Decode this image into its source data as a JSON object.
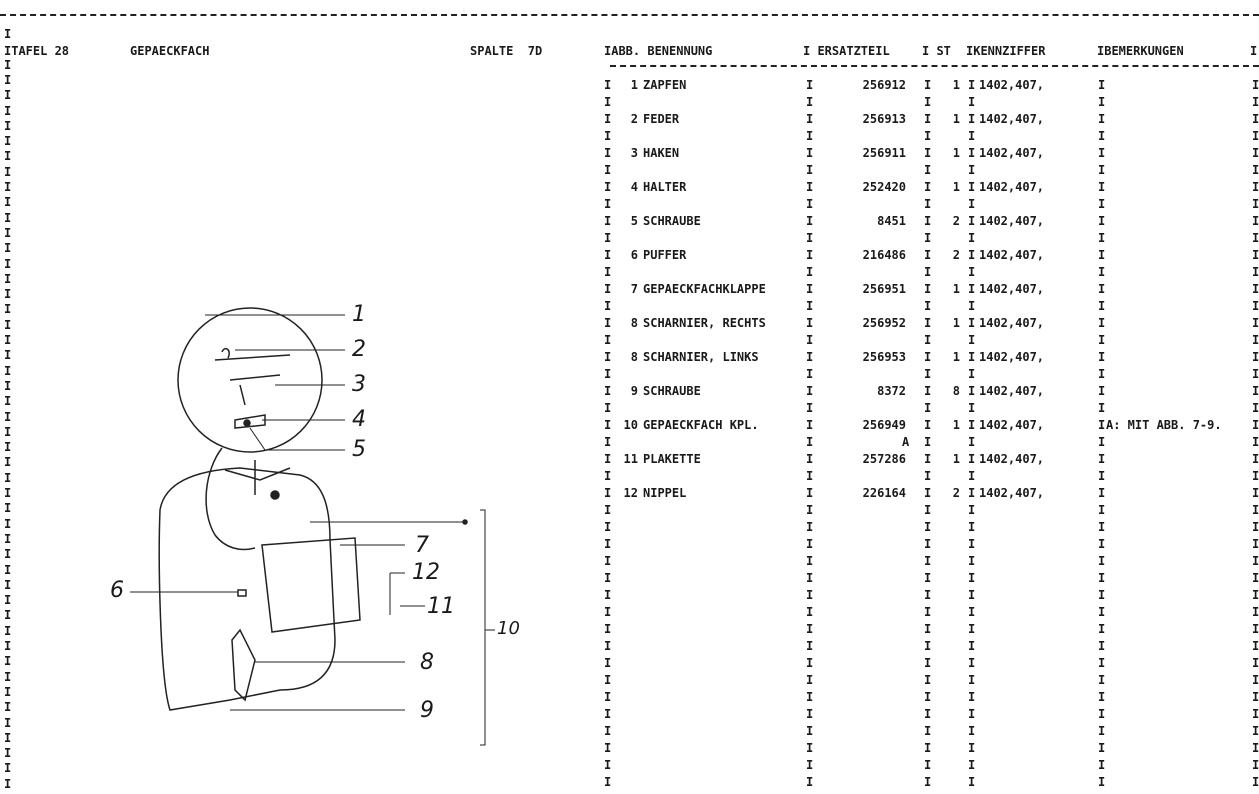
{
  "header": {
    "tafel": "ITAFEL 28",
    "title": "GEPAECKFACH",
    "spalte": "SPALTE  7D",
    "col_abb": "IABB. BENENNUNG",
    "col_ersatzteil": "I ERSATZTEIL",
    "col_st": "I ST",
    "col_kennziffer": "IKENNZIFFER",
    "col_bemerkungen": "IBEMERKUNGEN",
    "col_end": "I"
  },
  "rows": [
    {
      "abb": "1",
      "name": "ZAPFEN",
      "part": "256912",
      "st": "1",
      "kenn": "1402,407,",
      "bem": ""
    },
    {
      "abb": "2",
      "name": "FEDER",
      "part": "256913",
      "st": "1",
      "kenn": "1402,407,",
      "bem": ""
    },
    {
      "abb": "3",
      "name": "HAKEN",
      "part": "256911",
      "st": "1",
      "kenn": "1402,407,",
      "bem": ""
    },
    {
      "abb": "4",
      "name": "HALTER",
      "part": "252420",
      "st": "1",
      "kenn": "1402,407,",
      "bem": ""
    },
    {
      "abb": "5",
      "name": "SCHRAUBE",
      "part": "8451",
      "st": "2",
      "kenn": "1402,407,",
      "bem": ""
    },
    {
      "abb": "6",
      "name": "PUFFER",
      "part": "216486",
      "st": "2",
      "kenn": "1402,407,",
      "bem": ""
    },
    {
      "abb": "7",
      "name": "GEPAECKFACHKLAPPE",
      "part": "256951",
      "st": "1",
      "kenn": "1402,407,",
      "bem": ""
    },
    {
      "abb": "8",
      "name": "SCHARNIER, RECHTS",
      "part": "256952",
      "st": "1",
      "kenn": "1402,407,",
      "bem": ""
    },
    {
      "abb": "8",
      "name": "SCHARNIER, LINKS",
      "part": "256953",
      "st": "1",
      "kenn": "1402,407,",
      "bem": ""
    },
    {
      "abb": "9",
      "name": "SCHRAUBE",
      "part": "8372",
      "st": "8",
      "kenn": "1402,407,",
      "bem": ""
    },
    {
      "abb": "10",
      "name": "GEPAECKFACH KPL.",
      "part": "256949",
      "st": "1",
      "kenn": "1402,407,",
      "bem": "A: MIT ABB. 7-9.",
      "flag": "A"
    },
    {
      "abb": "11",
      "name": "PLAKETTE",
      "part": "257286",
      "st": "1",
      "kenn": "1402,407,",
      "bem": ""
    },
    {
      "abb": "12",
      "name": "NIPPEL",
      "part": "226164",
      "st": "2",
      "kenn": "1402,407,",
      "bem": ""
    }
  ],
  "separator": "I",
  "diagram": {
    "callouts": [
      "1",
      "2",
      "3",
      "4",
      "5",
      "6",
      "7",
      "8",
      "9",
      "10",
      "11",
      "12"
    ]
  }
}
